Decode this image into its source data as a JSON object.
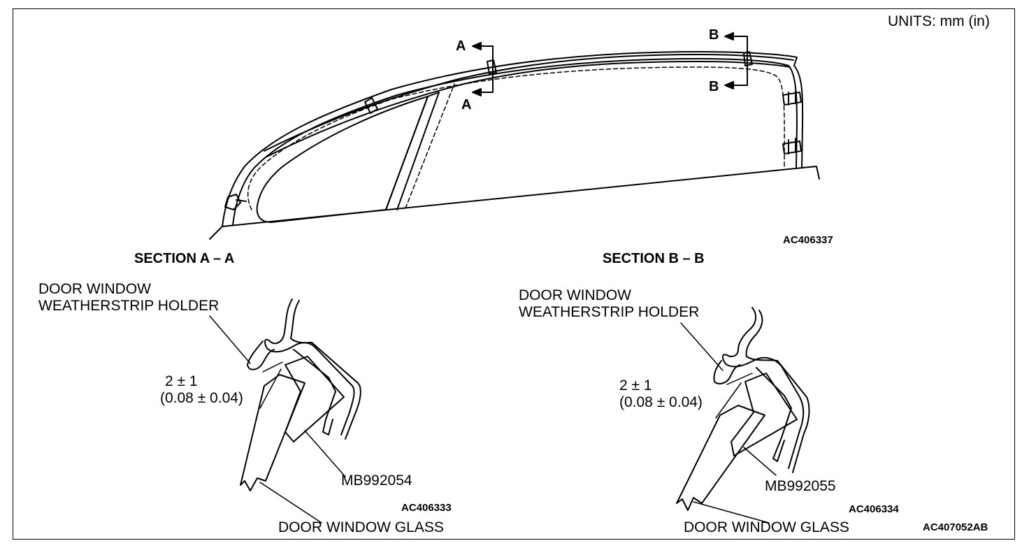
{
  "units": "UNITS: mm (in)",
  "main_view": {
    "section_marks": {
      "a_upper": "A",
      "a_lower": "A",
      "b_upper": "B",
      "b_lower": "B"
    },
    "code": "AC406337"
  },
  "section_a": {
    "title": "SECTION A – A",
    "holder_line1": "DOOR WINDOW",
    "holder_line2": "WEATHERSTRIP HOLDER",
    "dim_line1": "2 ± 1",
    "dim_line2": "(0.08 ± 0.04)",
    "tool": "MB992054",
    "code": "AC406333",
    "glass": "DOOR WINDOW GLASS"
  },
  "section_b": {
    "title": "SECTION B – B",
    "holder_line1": "DOOR WINDOW",
    "holder_line2": "WEATHERSTRIP HOLDER",
    "dim_line1": "2 ± 1",
    "dim_line2": "(0.08 ± 0.04)",
    "tool": "MB992055",
    "code": "AC406334",
    "glass": "DOOR WINDOW GLASS"
  },
  "figure_code": "AC407052AB"
}
